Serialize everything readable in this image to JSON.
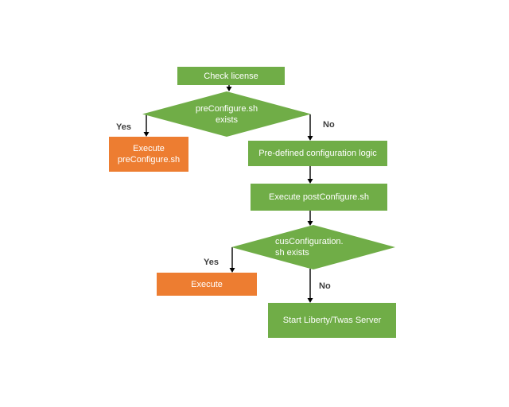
{
  "diagram": {
    "background": "#ffffff",
    "palette": {
      "process_green": "#70ad47",
      "process_orange": "#ed7d31",
      "node_text": "#ffffff",
      "edge_label_text": "#3d3d3d",
      "arrow": "#000000"
    },
    "nodes": {
      "check_license": {
        "label": "Check license",
        "type": "process"
      },
      "preconfigure_decision": {
        "line1": "preConfigure.sh",
        "line2": "exists",
        "type": "decision"
      },
      "execute_preconfigure": {
        "line1": "Execute",
        "line2": "preConfigure.sh",
        "type": "process"
      },
      "predefined_logic": {
        "label": "Pre-defined configuration logic",
        "type": "process"
      },
      "execute_postconfigure": {
        "label": "Execute postConfigure.sh",
        "type": "process"
      },
      "cusconfiguration_decision": {
        "line1": "cusConfiguration.",
        "line2": "sh exists",
        "type": "decision"
      },
      "execute": {
        "label": "Execute",
        "type": "process"
      },
      "start_server": {
        "label": "Start Liberty/Twas Server",
        "type": "process"
      }
    },
    "edge_labels": {
      "preconfigure_yes": "Yes",
      "preconfigure_no": "No",
      "cusconfiguration_yes": "Yes",
      "cusconfiguration_no": "No"
    }
  }
}
